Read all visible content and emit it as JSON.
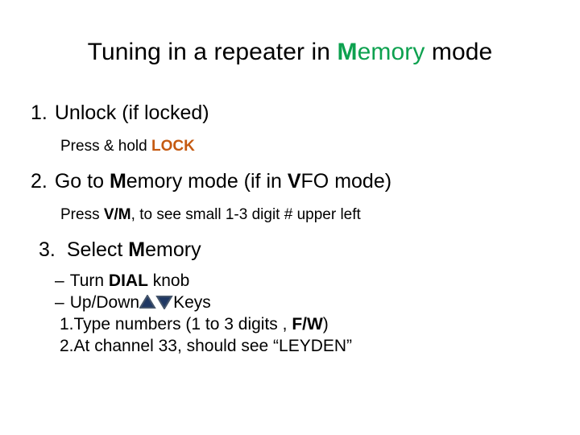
{
  "slide": {
    "title": {
      "before": "Tuning in a repeater in ",
      "highlight_bold": "M",
      "highlight_rest": "emory",
      "after": " mode",
      "color": "#0DA14F"
    },
    "steps": [
      {
        "number": "1.",
        "text_plain": "Unlock (if locked)",
        "sub": {
          "prefix": "Press & hold ",
          "emphasis": "LOCK",
          "emphasis_color": "#C55A11"
        }
      },
      {
        "number": "2.",
        "parts": {
          "p1": "Go to ",
          "b1": "M",
          "p2": "emory mode (if in ",
          "b2": "V",
          "p3": "FO mode)"
        },
        "sub": {
          "p1": "Press ",
          "b1": "V/M",
          "p2": ", to see small 1-3 digit # upper left"
        }
      },
      {
        "number": "3.",
        "parts": {
          "p1": "Select ",
          "b1": "M",
          "p2": "emory"
        },
        "dash_items": [
          {
            "dash": "–",
            "p1": "Turn ",
            "b1": "DIAL",
            "p2": " knob"
          },
          {
            "dash": "–",
            "p1": "Up/Down",
            "icon_up": "triangle-up-icon",
            "icon_down": "triangle-down-icon",
            "p2": "Keys",
            "icon_fill": "#1F3864",
            "icon_stroke": "#44546A"
          }
        ],
        "numbered_items": [
          {
            "number": "1.",
            "p1": "Type numbers (1 to 3 digits , ",
            "b1": "F/W",
            "p2": ")"
          },
          {
            "number": "2.",
            "p1": "At channel 33, should see “LEYDEN”"
          }
        ]
      }
    ]
  }
}
